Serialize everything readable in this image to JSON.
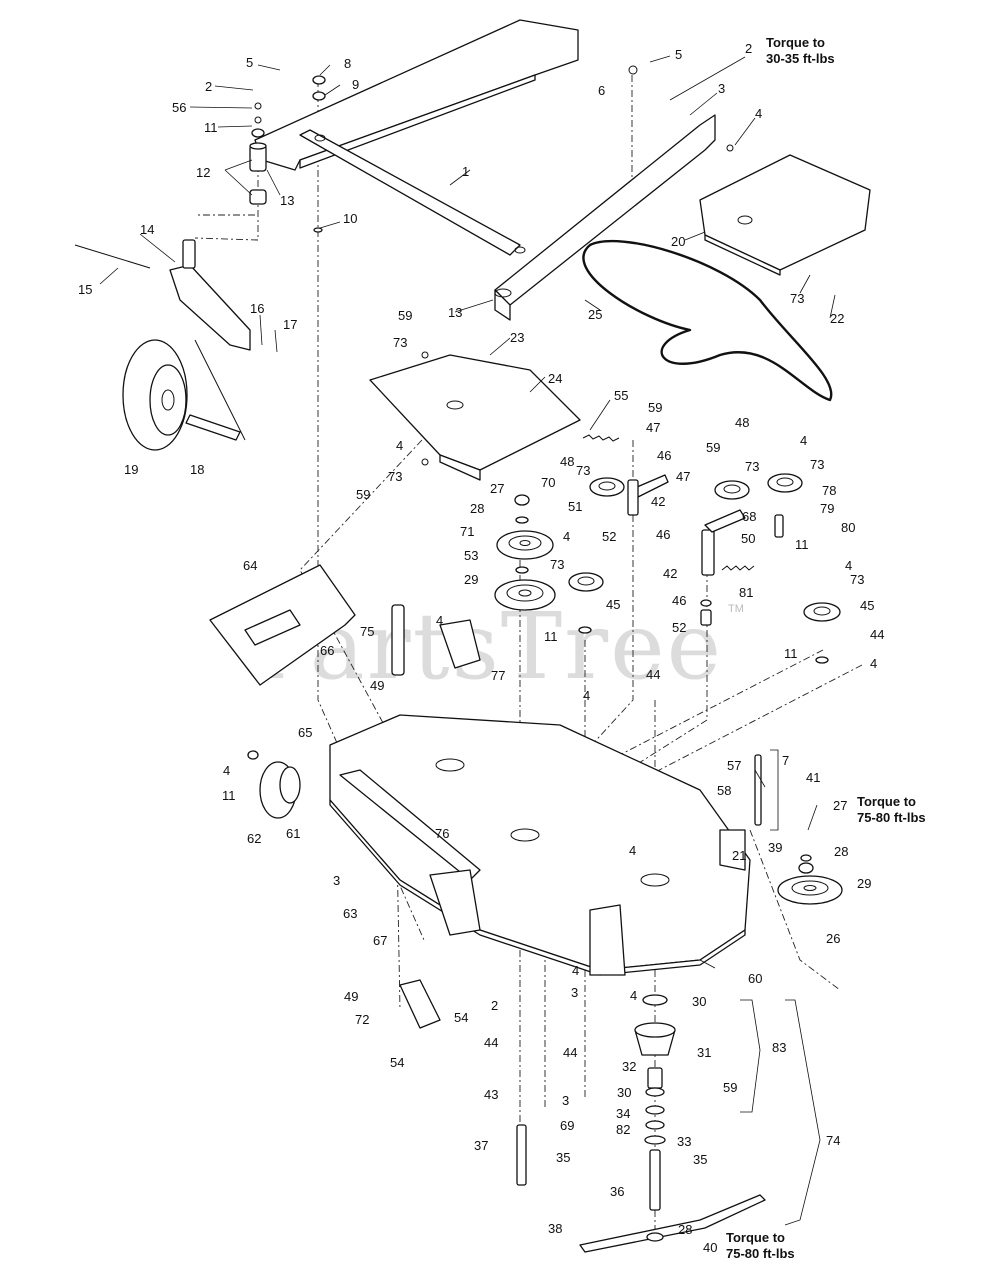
{
  "watermark": {
    "text": "PartsTree",
    "tm": "TM"
  },
  "torque_notes": [
    {
      "id": "torque-top",
      "lines": [
        "Torque to",
        "30-35 ft-lbs"
      ]
    },
    {
      "id": "torque-mid",
      "lines": [
        "Torque to",
        "75-80 ft-lbs"
      ]
    },
    {
      "id": "torque-bottom",
      "lines": [
        "Torque to",
        "75-80 ft-lbs"
      ]
    }
  ],
  "callouts": [
    "1",
    "2",
    "3",
    "4",
    "5",
    "6",
    "7",
    "8",
    "9",
    "10",
    "11",
    "12",
    "13",
    "14",
    "15",
    "16",
    "17",
    "18",
    "19",
    "20",
    "21",
    "22",
    "23",
    "24",
    "25",
    "26",
    "27",
    "28",
    "29",
    "30",
    "31",
    "32",
    "33",
    "34",
    "35",
    "36",
    "37",
    "38",
    "39",
    "40",
    "41",
    "42",
    "43",
    "44",
    "45",
    "46",
    "47",
    "48",
    "49",
    "50",
    "51",
    "52",
    "53",
    "54",
    "55",
    "56",
    "57",
    "58",
    "59",
    "60",
    "61",
    "62",
    "63",
    "64",
    "65",
    "66",
    "67",
    "68",
    "69",
    "70",
    "71",
    "72",
    "73",
    "74",
    "75",
    "76",
    "77",
    "78",
    "79",
    "80",
    "81",
    "82",
    "83"
  ]
}
